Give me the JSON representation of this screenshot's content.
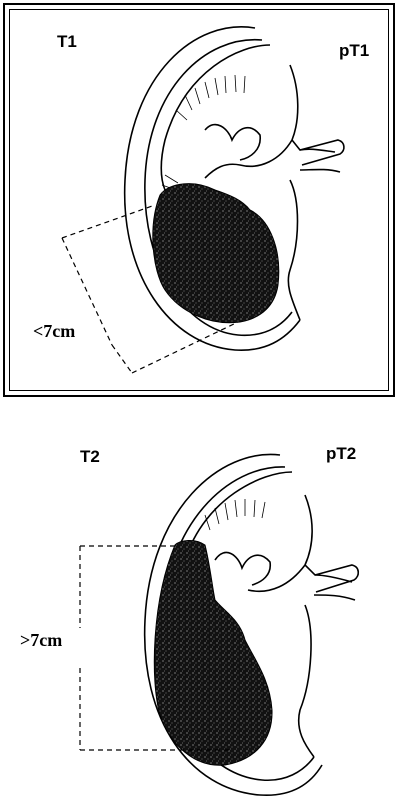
{
  "panels": [
    {
      "stage_label": "T1",
      "path_label": "pT1",
      "size_label": "<7cm"
    },
    {
      "stage_label": "T2",
      "path_label": "pT2",
      "size_label": ">7cm"
    }
  ],
  "colors": {
    "line": "#000000",
    "tumor": "#111111",
    "background": "#ffffff"
  }
}
